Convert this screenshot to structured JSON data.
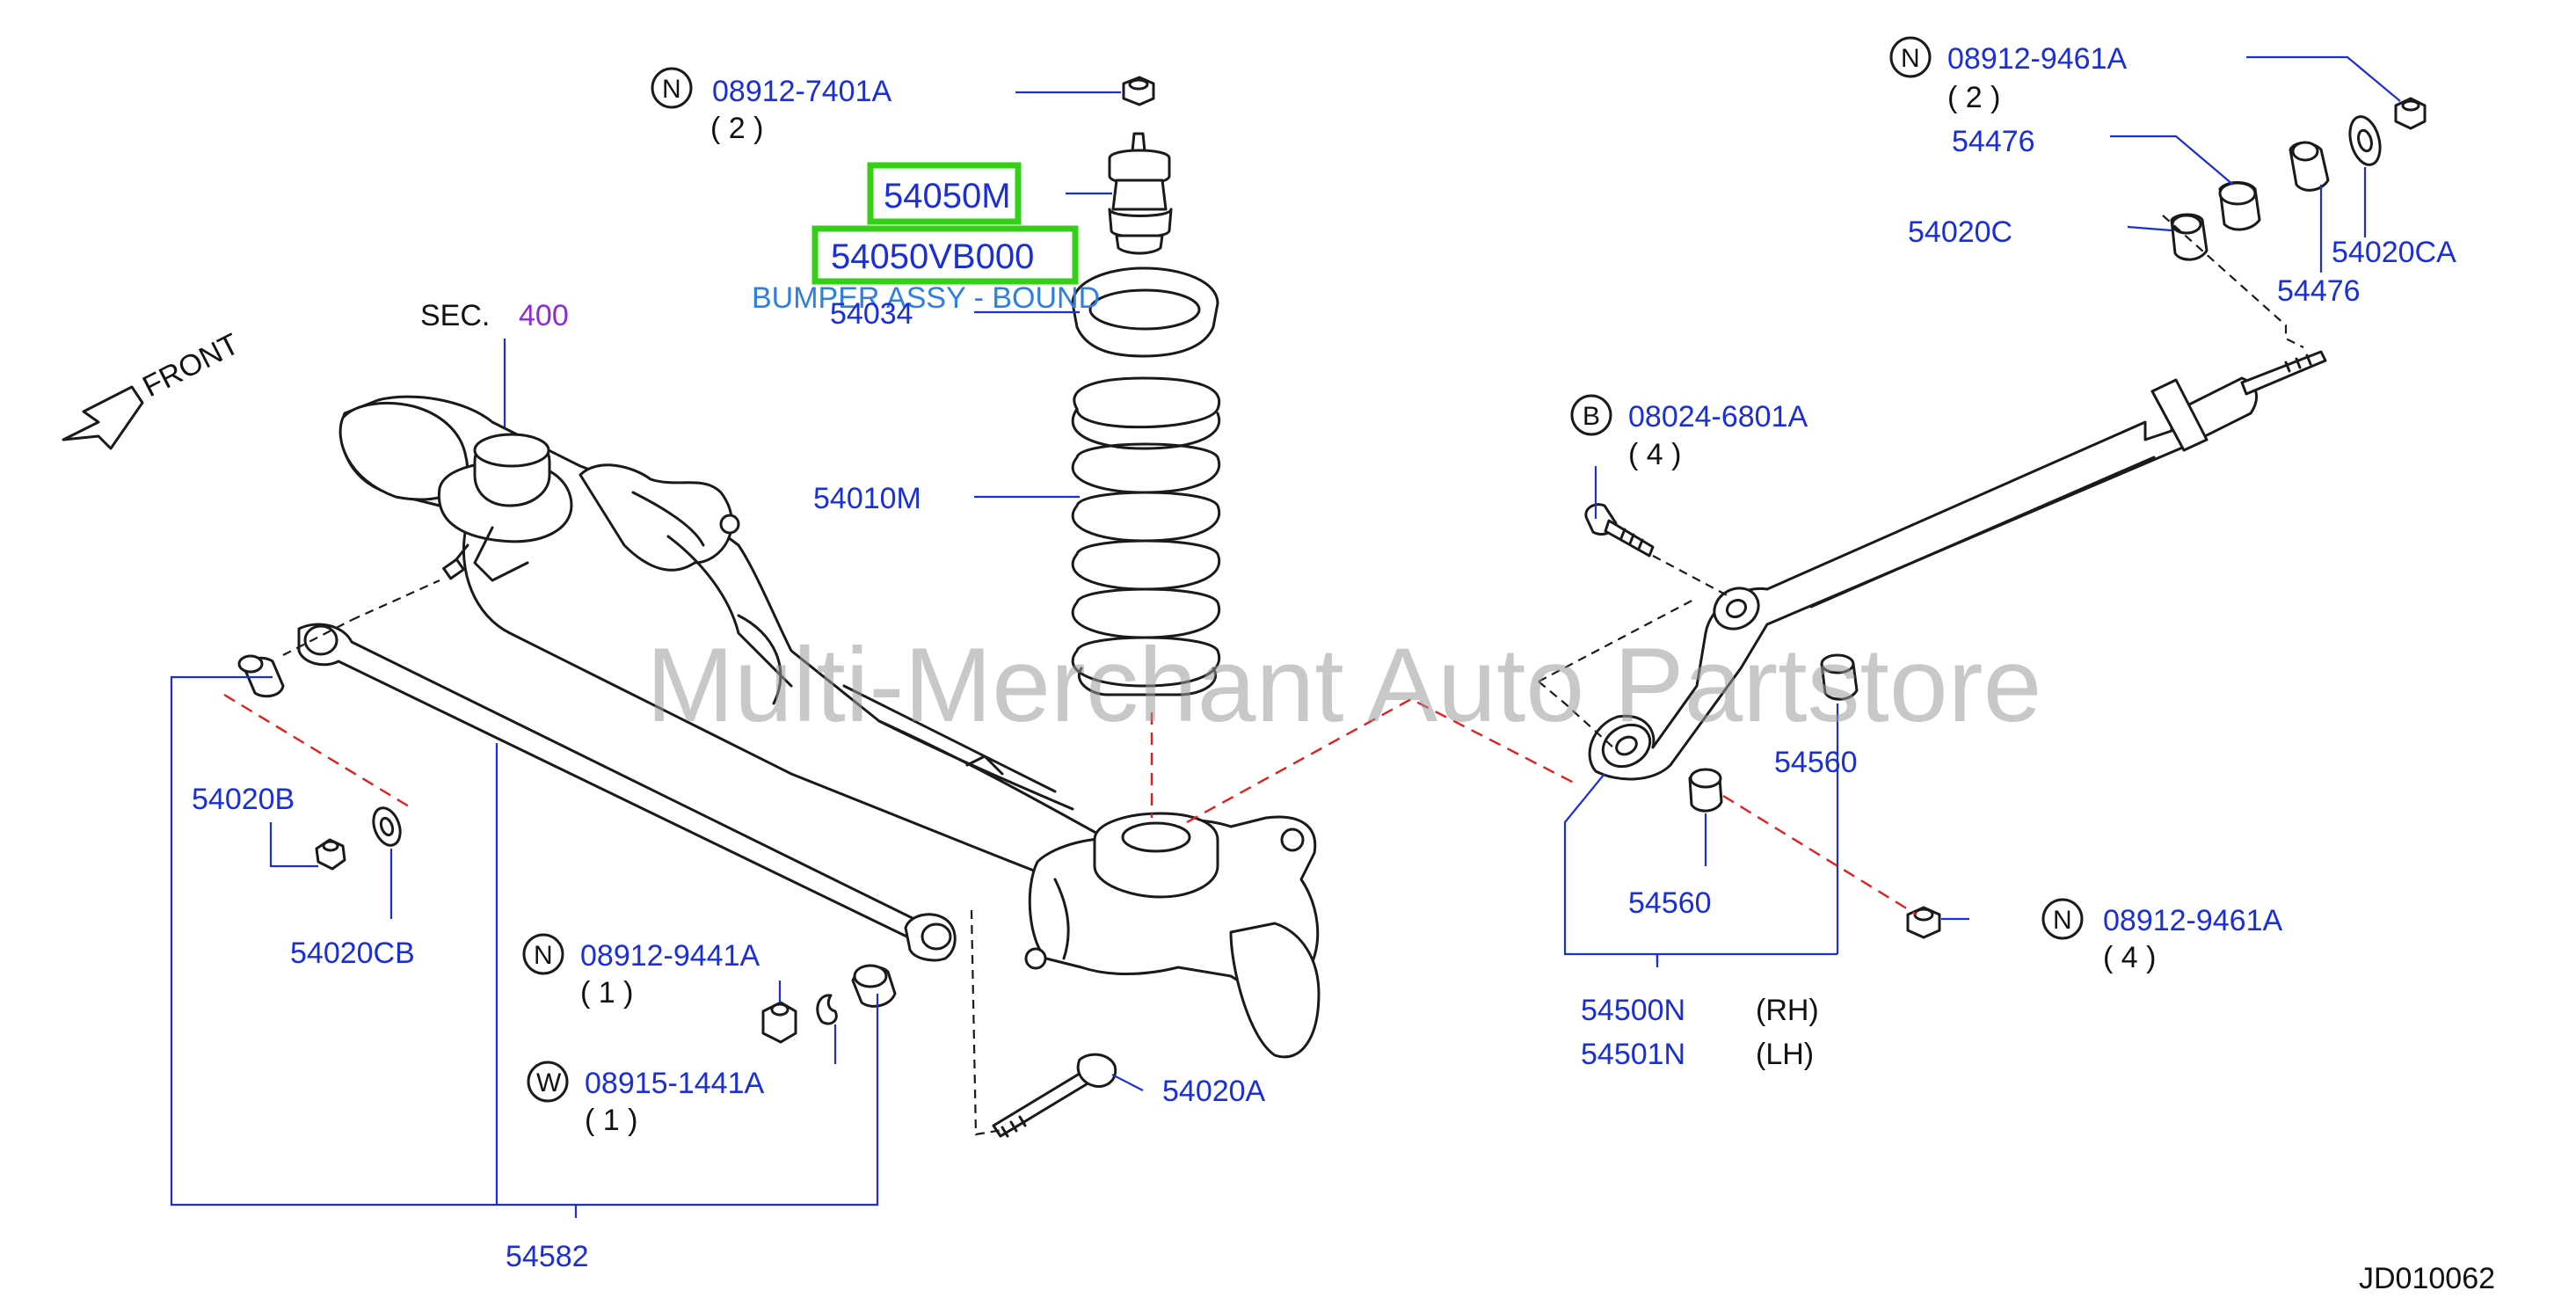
{
  "orientation": {
    "front_label": "FRONT"
  },
  "section_ref": {
    "prefix": "SEC.",
    "number": "400"
  },
  "highlight": {
    "part_a": "54050M",
    "part_b": "54050VB000",
    "description": "BUMPER ASSY - BOUND"
  },
  "callouts": {
    "n_7401": {
      "letter": "N",
      "part": "08912-7401A",
      "qty": "( 2 )"
    },
    "n_9461_top": {
      "letter": "N",
      "part": "08912-9461A",
      "qty": "( 2 )"
    },
    "b_6801": {
      "letter": "B",
      "part": "08024-6801A",
      "qty": "( 4 )"
    },
    "n_9461_right": {
      "letter": "N",
      "part": "08912-9461A",
      "qty": "( 4 )"
    },
    "n_9441": {
      "letter": "N",
      "part": "08912-9441A",
      "qty": "( 1 )"
    },
    "w_1441": {
      "letter": "W",
      "part": "08915-1441A",
      "qty": "( 1 )"
    }
  },
  "labels": {
    "p54034": "54034",
    "p54010M": "54010M",
    "p54476a": "54476",
    "p54020C": "54020C",
    "p54020CA": "54020CA",
    "p54476b": "54476",
    "p54560a": "54560",
    "p54560b": "54560",
    "p54500N": "54500N",
    "rh": "(RH)",
    "p54501N": "54501N",
    "lh": "(LH)",
    "p54020B": "54020B",
    "p54020CB": "54020CB",
    "p54020A": "54020A",
    "p54582": "54582"
  },
  "watermark": "Multi-Merchant Auto Partstore",
  "figure_id": "JD010062",
  "colors": {
    "part_number": "#1b2fd6",
    "highlight_box": "#34d017",
    "description": "#2f7fe0",
    "section_number": "#8a2bd8"
  }
}
